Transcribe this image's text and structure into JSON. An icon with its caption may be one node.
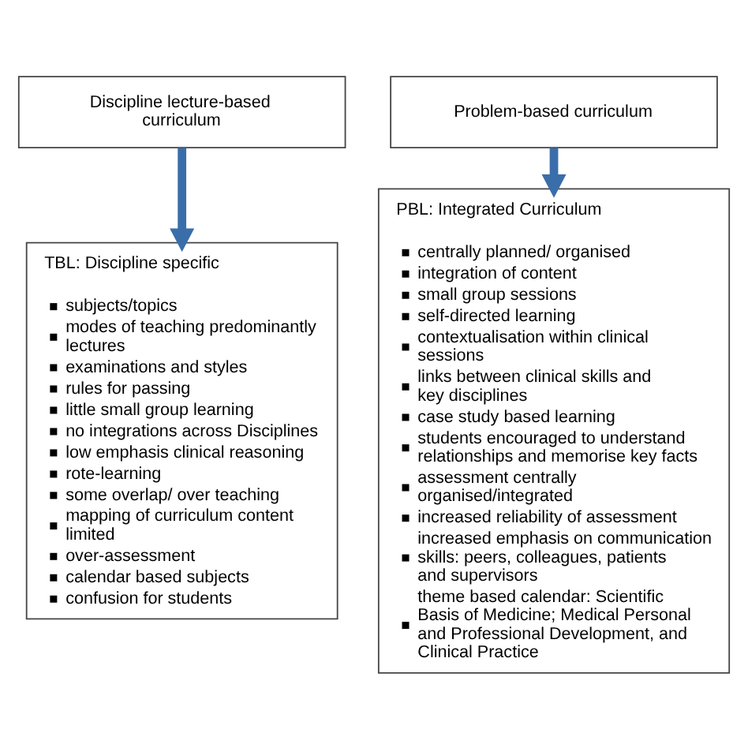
{
  "diagram": {
    "nodes": [
      {
        "text": [
          "Discipline lecture-based curriculum"
        ]
      },
      {
        "text": [
          "Problem-based curriculum"
        ]
      },
      {
        "text": [
          "TBL: Discipline specific",
          "subjects/topics",
          "modes of teaching predominantly lectures",
          "examinations and styles",
          "rules for passing",
          "little small group learning",
          "no integrations across Disciplines",
          "low emphasis clinical reasoning",
          "rote-learning",
          "some overlap/ over teaching",
          "mapping of curriculum content limited",
          "over-assessment",
          "calendar based subjects",
          "confusion for students"
        ]
      },
      {
        "text": [
          "PBL: Integrated Curriculum",
          "centrally planned/ organised",
          "integration of content",
          "small group sessions",
          "self-directed learning",
          "contextualisation within clinical sessions",
          "links between clinical skills and key disciplines",
          "case study based learning",
          "students encouraged to understand relationships and memorise key facts",
          "assessment centrally organised/integrated",
          "increased reliability of assessment",
          "increased emphasis on communication skills: peers, colleagues, patients and supervisors",
          "theme based calendar: Scientific Basis of Medicine; Medical Personal and Professional Development, and Clinical Practice"
        ]
      }
    ],
    "edges": [
      {
        "from": 0,
        "to": 2,
        "arrow": "to",
        "color": "#3a6eaa"
      },
      {
        "from": 1,
        "to": 3,
        "arrow": "to",
        "color": "#3a6eaa"
      }
    ]
  }
}
